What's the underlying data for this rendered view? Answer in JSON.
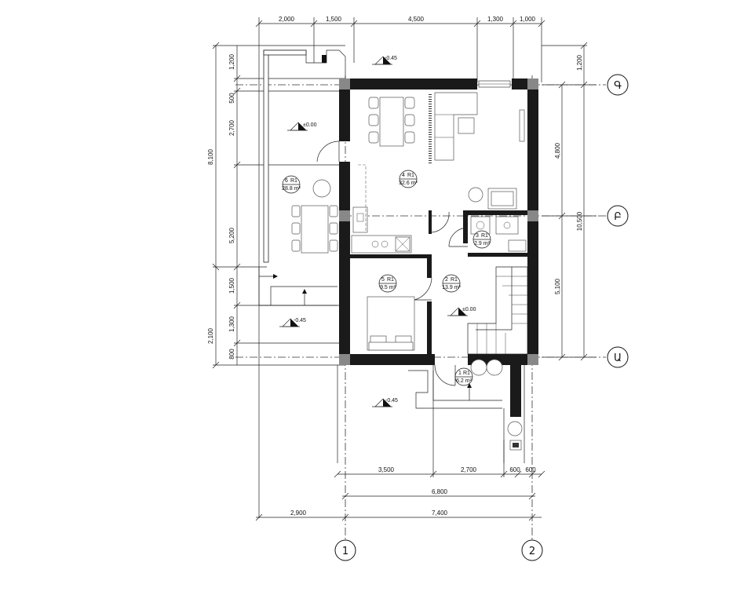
{
  "top_dimensions": [
    "2,000",
    "1,500",
    "4,500",
    "1,300",
    "1,000"
  ],
  "left_dimensions_outer": [
    "8,100",
    "2,100"
  ],
  "left_dimensions_inner": [
    "1,200",
    "500",
    "2,700",
    "5,200",
    "1,500",
    "1,300",
    "800"
  ],
  "right_dimensions_inner": [
    "4,800",
    "5,100"
  ],
  "right_dimensions_outer": [
    "1,200",
    "10,500"
  ],
  "bottom_dimensions_row1": [
    "3,500",
    "2,700",
    "600",
    "600"
  ],
  "bottom_dimensions_row2": [
    "6,800"
  ],
  "bottom_dimensions_row3": [
    "2,900",
    "7,400"
  ],
  "axes": {
    "vertical": [
      "1",
      "2"
    ],
    "horizontal_top": "Գ",
    "horizontal_middle": "Բ",
    "horizontal_bottom": "Ա"
  },
  "levels": {
    "top_terrace": "-0.45",
    "top_terrace_inner": "±0.00",
    "left_bottom": "-0.45",
    "hall": "±0.00",
    "entrance_outside": "-0.45"
  },
  "rooms": [
    {
      "number": "1",
      "code": "R1",
      "area": "6.2 m²"
    },
    {
      "number": "2",
      "code": "R1",
      "area": "13.9 m²"
    },
    {
      "number": "3",
      "code": "R1",
      "area": "2.9 m²"
    },
    {
      "number": "4",
      "code": "R1",
      "area": "32.6 m²"
    },
    {
      "number": "5",
      "code": "R1",
      "area": "9.5 m²"
    },
    {
      "number": "6",
      "code": "R1",
      "area": "28.8 m²"
    }
  ]
}
